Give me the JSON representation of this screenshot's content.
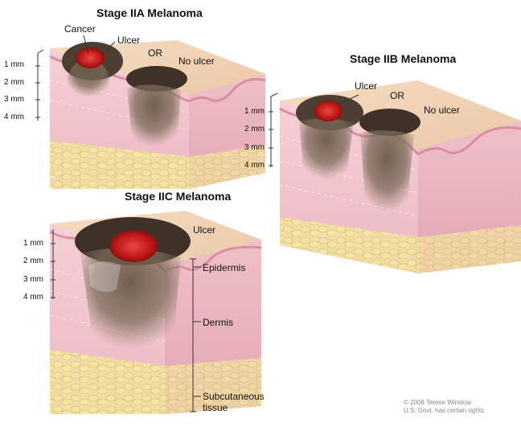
{
  "titles": {
    "iia": "Stage IIA Melanoma",
    "iib": "Stage IIB Melanoma",
    "iic": "Stage IIC Melanoma"
  },
  "labels": {
    "cancer": "Cancer",
    "ulcer": "Ulcer",
    "or": "OR",
    "no_ulcer": "No ulcer",
    "epidermis": "Epidermis",
    "dermis": "Dermis",
    "subcutaneous": "Subcutaneous",
    "tissue": "tissue"
  },
  "depth_scale": [
    "1 mm",
    "2 mm",
    "3 mm",
    "4 mm"
  ],
  "copyright": {
    "line1": "© 2008 Terese Winslow",
    "line2": "U.S. Govt. has certain rights"
  },
  "colors": {
    "skin_top": "#f3d6b8",
    "dermis": "#f2c7cf",
    "fat": "#f0e08a",
    "tumor": "#4a3c30",
    "ulcer": "#c81e1e"
  }
}
